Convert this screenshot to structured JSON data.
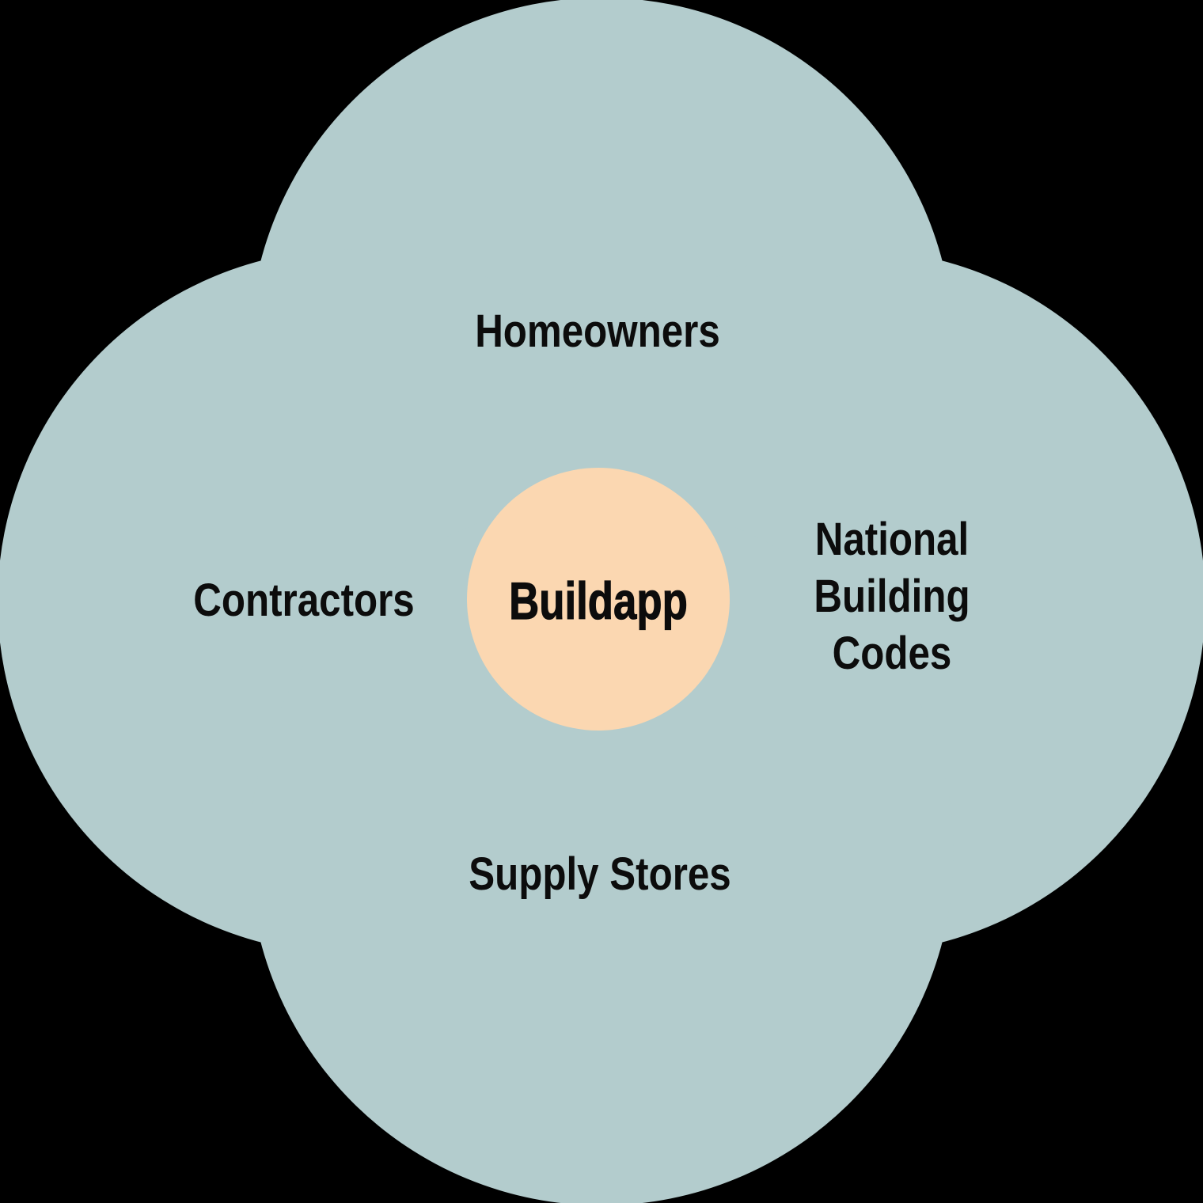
{
  "diagram": {
    "type": "overlapping-circles",
    "background_color": "#000000",
    "colors": {
      "petal": "#b3cccd",
      "center": "#fbd7b1",
      "text": "#0c0c0c"
    },
    "center": {
      "label": "Buildapp"
    },
    "petals": [
      {
        "position": "top",
        "label": "Homeowners"
      },
      {
        "position": "left",
        "label": "Contractors"
      },
      {
        "position": "right",
        "label": "National Building Codes"
      },
      {
        "position": "bottom",
        "label": "Supply Stores"
      }
    ]
  }
}
